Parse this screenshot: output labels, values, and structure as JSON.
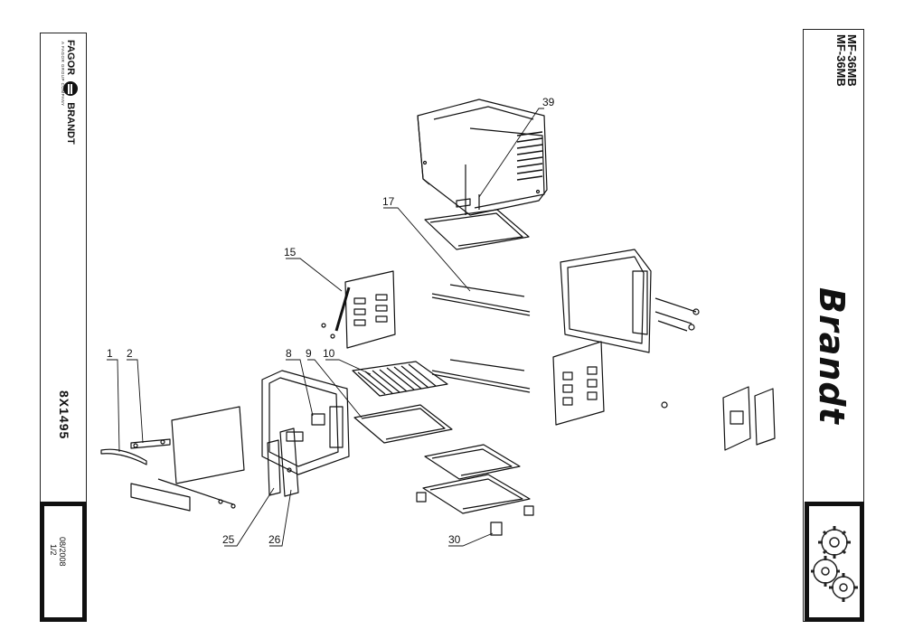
{
  "left_panel": {
    "company": {
      "left": "FAGOR",
      "right": "BRANDT",
      "tagline": "A FAGOR GROUP COMPANY"
    },
    "document_code": "8X1495",
    "date": "08/2008",
    "page": "1/2"
  },
  "right_panel": {
    "models": [
      "MF-36MB",
      "MF-36MB"
    ],
    "brand": "Brandt"
  },
  "part_numbers": [
    "1",
    "2",
    "8",
    "9",
    "10",
    "15",
    "17",
    "25",
    "26",
    "30",
    "39"
  ]
}
